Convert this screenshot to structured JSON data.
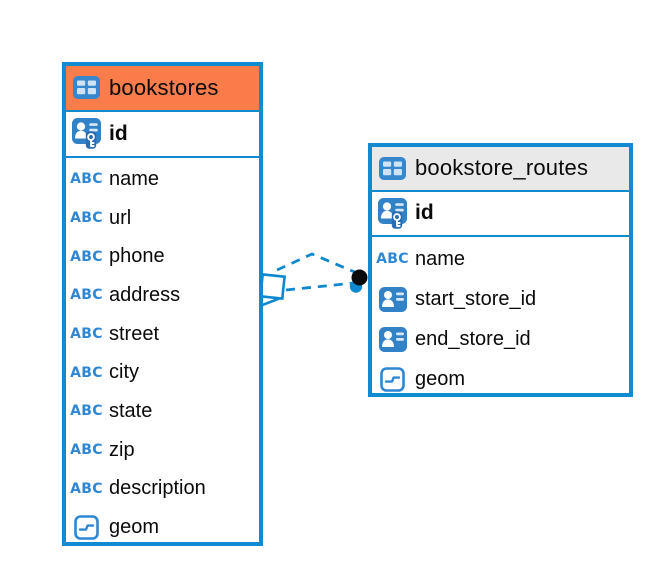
{
  "diagram": {
    "background": "#ffffff",
    "border_blue": "#0f8bd1",
    "line_blue": "#1088cf",
    "icon_blue": "#3282c8",
    "text_color": "#0a0a0a"
  },
  "icons": {
    "text_type_glyph": "ABC"
  },
  "tables": [
    {
      "title": "bookstores",
      "header_bg": "#f97c4a",
      "primary_key": "id",
      "columns": [
        {
          "name": "name",
          "icon": "text-type-icon"
        },
        {
          "name": "url",
          "icon": "text-type-icon"
        },
        {
          "name": "phone",
          "icon": "text-type-icon"
        },
        {
          "name": "address",
          "icon": "text-type-icon"
        },
        {
          "name": "street",
          "icon": "text-type-icon"
        },
        {
          "name": "city",
          "icon": "text-type-icon"
        },
        {
          "name": "state",
          "icon": "text-type-icon"
        },
        {
          "name": "zip",
          "icon": "text-type-icon"
        },
        {
          "name": "description",
          "icon": "text-type-icon"
        },
        {
          "name": "geom",
          "icon": "geometry-type-icon"
        }
      ]
    },
    {
      "title": "bookstore_routes",
      "header_bg": "#e9e9e9",
      "primary_key": "id",
      "columns": [
        {
          "name": "name",
          "icon": "text-type-icon"
        },
        {
          "name": "start_store_id",
          "icon": "reference-type-icon"
        },
        {
          "name": "end_store_id",
          "icon": "reference-type-icon"
        },
        {
          "name": "geom",
          "icon": "geometry-type-icon"
        }
      ]
    }
  ]
}
